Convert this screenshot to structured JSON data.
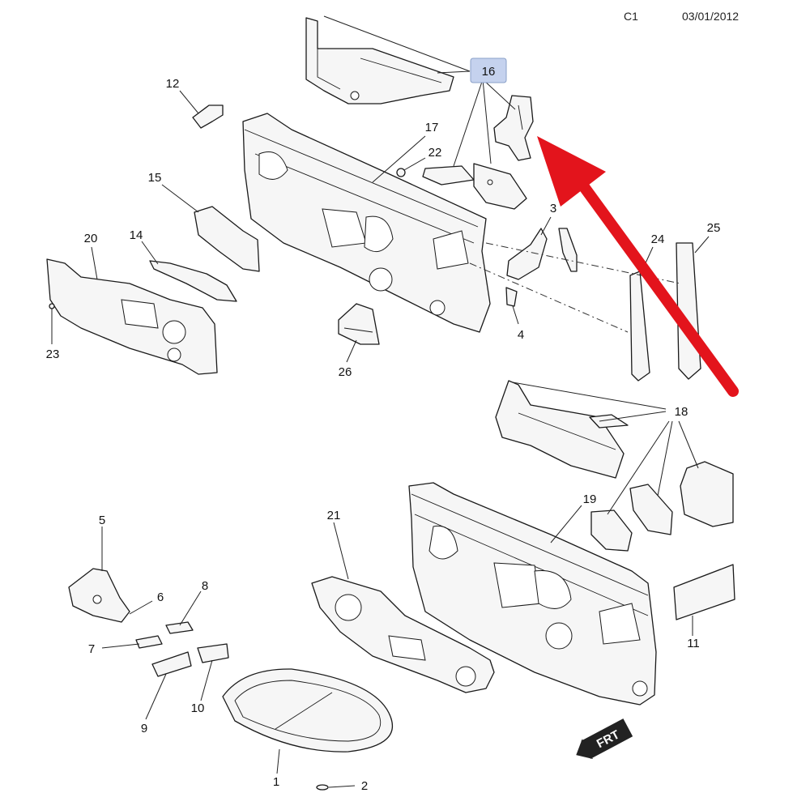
{
  "header": {
    "code": "C1",
    "date": "03/01/2012"
  },
  "highlight_color": "#c5d2ee",
  "arrow_color": "#e3141c",
  "callouts": {
    "c1": "1",
    "c2": "2",
    "c3": "3",
    "c4": "4",
    "c5": "5",
    "c6": "6",
    "c7": "7",
    "c8": "8",
    "c9": "9",
    "c10": "10",
    "c11": "11",
    "c12": "12",
    "c14": "14",
    "c15": "15",
    "c16": "16",
    "c17": "17",
    "c18": "18",
    "c19": "19",
    "c20": "20",
    "c21": "21",
    "c22": "22",
    "c23": "23",
    "c24": "24",
    "c25": "25",
    "c26": "26"
  },
  "front_badge": "FRT"
}
